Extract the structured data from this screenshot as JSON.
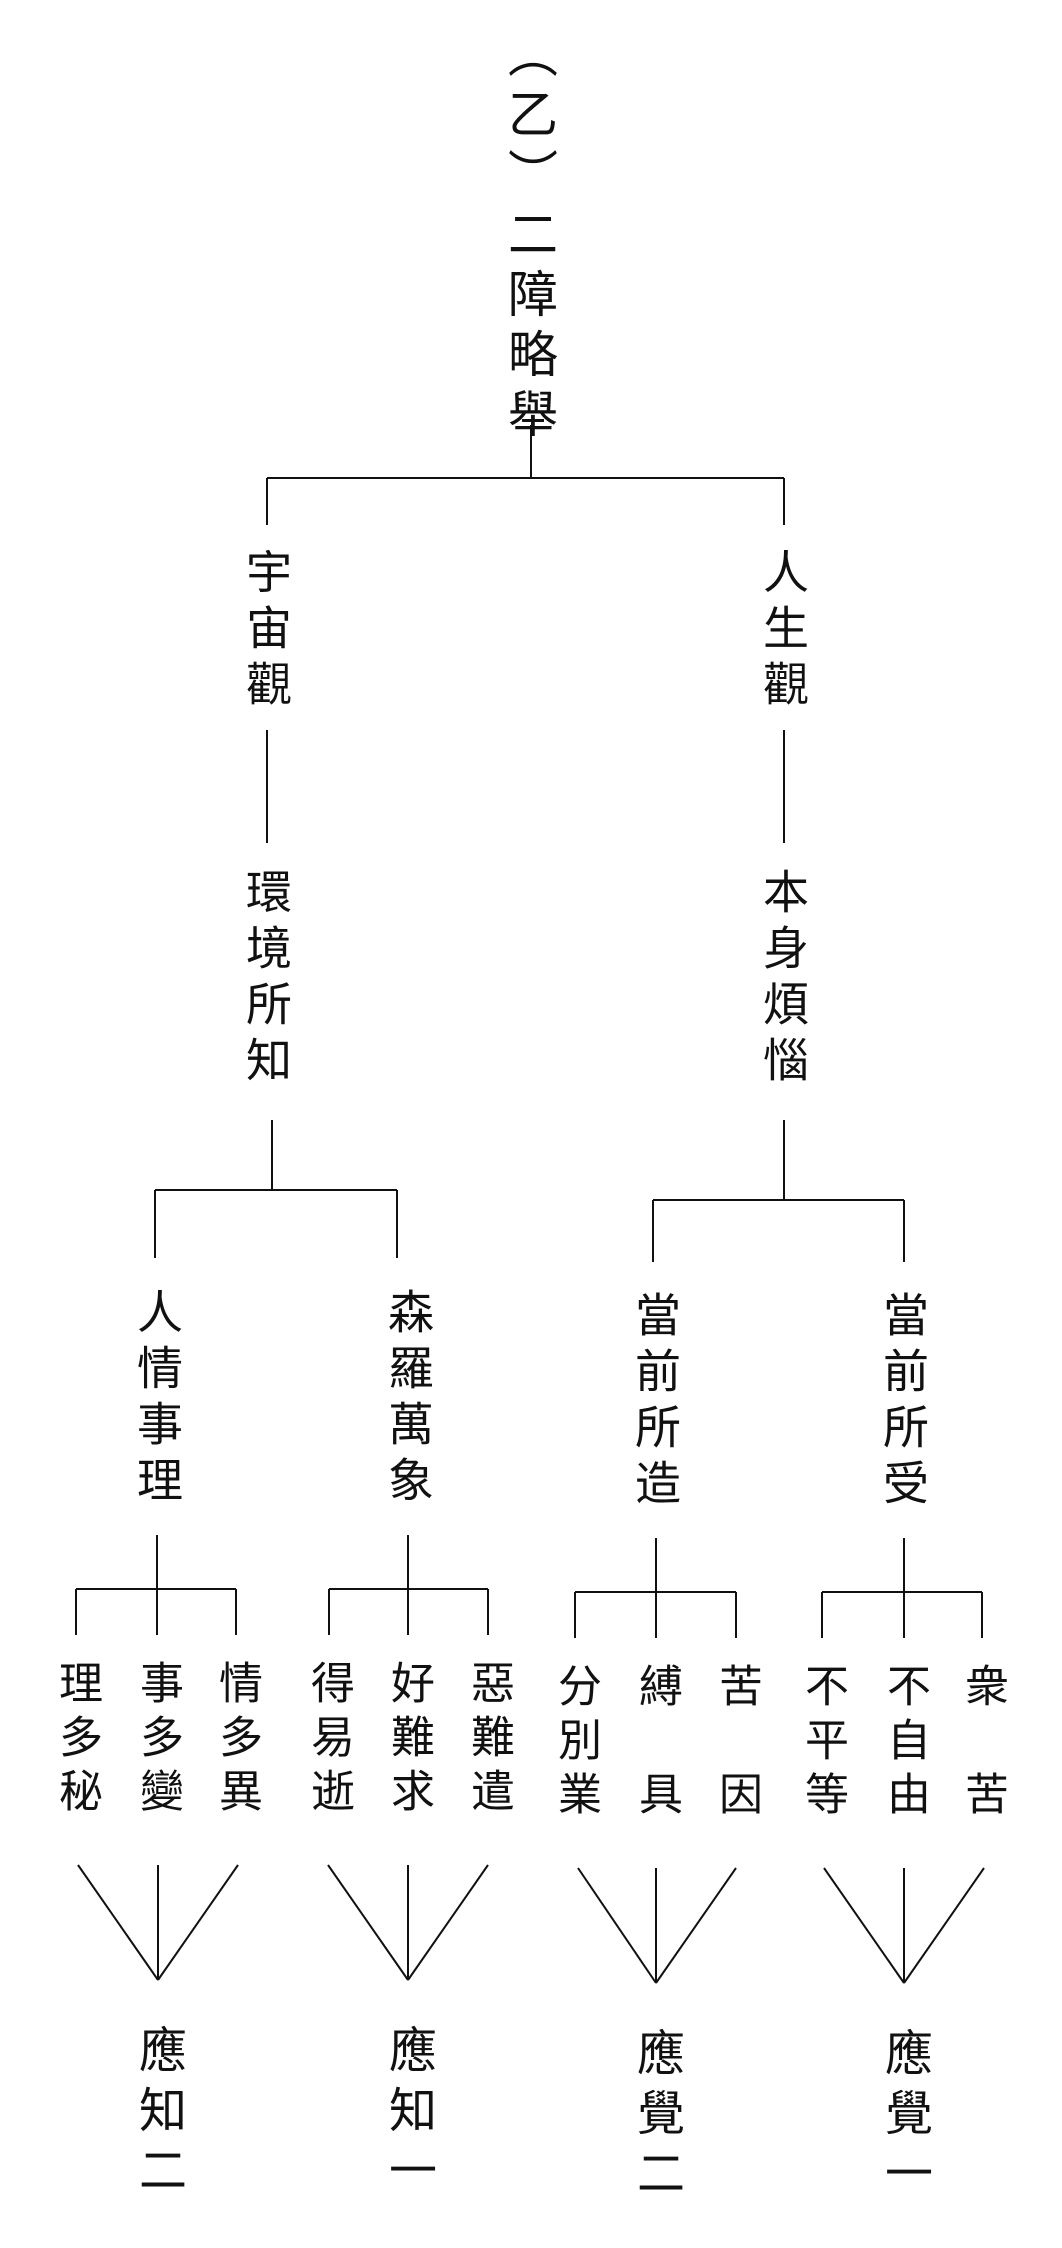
{
  "title": "（乙）二障略舉",
  "left": {
    "label": "宇宙觀",
    "sub": "環境所知",
    "groups": [
      {
        "label": "人情事理",
        "leaves": [
          "理多秘",
          "事多變",
          "情多異"
        ],
        "conclusion": "應知二"
      },
      {
        "label": "森羅萬象",
        "leaves": [
          "得易逝",
          "好難求",
          "惡難遣"
        ],
        "conclusion": "應知一"
      }
    ]
  },
  "right": {
    "label": "人生觀",
    "sub": "本身煩惱",
    "groups": [
      {
        "label": "當前所造",
        "leaves": [
          "分別業",
          "縛　具",
          "苦　因"
        ],
        "conclusion": "應覺二"
      },
      {
        "label": "當前所受",
        "leaves": [
          "不平等",
          "不自由",
          "衆　苦"
        ],
        "conclusion": "應覺一"
      }
    ]
  },
  "colors": {
    "ink": "#111111",
    "background": "#ffffff"
  }
}
